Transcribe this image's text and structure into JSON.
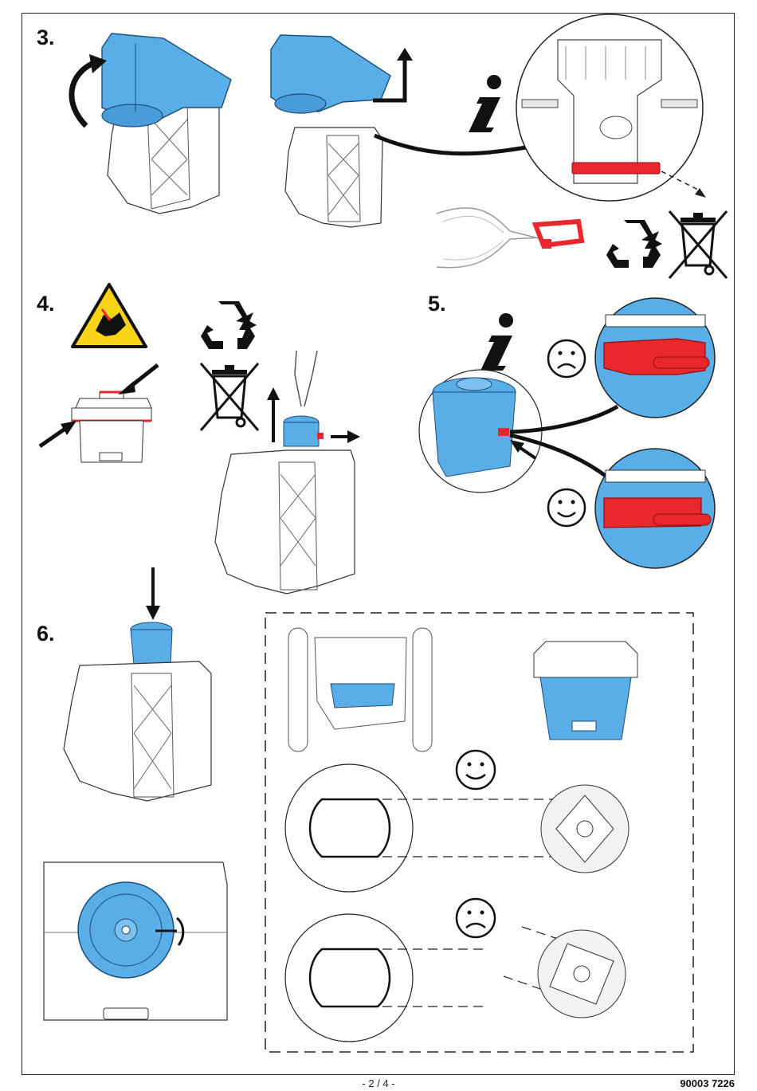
{
  "steps": {
    "step3": "3.",
    "step4": "4.",
    "step5": "5.",
    "step6": "6."
  },
  "footer": {
    "page_number": "- 2 / 4 -",
    "document_number": "90003 7226"
  },
  "icons": [
    "rotate-arrow-icon",
    "info-icon",
    "recycle-icon",
    "waste-bin-crossed-icon",
    "pinch-warning-icon",
    "happy-face-icon",
    "sad-face-icon",
    "pliers-icon"
  ],
  "colors": {
    "accent_blue": "#5aaee8",
    "red_part": "#e8282d",
    "warning_yellow": "#f7d417"
  }
}
